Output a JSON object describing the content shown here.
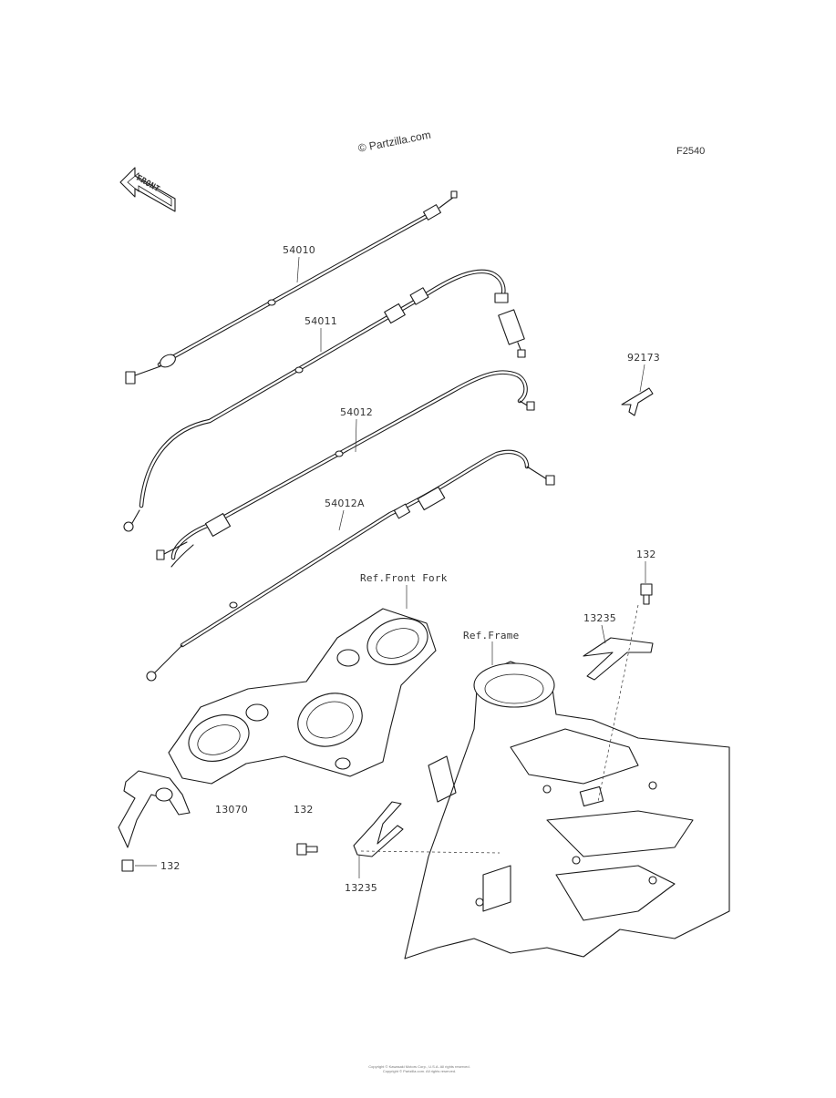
{
  "watermark": "© Partzilla.com",
  "figure_code": "F2540",
  "front_arrow": "FRONT",
  "callouts": {
    "c54010": "54010",
    "c54011": "54011",
    "c54012": "54012",
    "c54012a": "54012A",
    "c92173": "92173",
    "c132_right": "132",
    "c13235_right": "13235",
    "ref_front_fork": "Ref.Front Fork",
    "ref_frame": "Ref.Frame",
    "c13070": "13070",
    "c132_mid": "132",
    "c132_left": "132",
    "c13235_bottom": "13235"
  },
  "footer": {
    "line1": "Copyright © Kawasaki Motors Corp., U.S.A. All rights reserved.",
    "line2": "Copyright © Partzilla.com. All rights reserved."
  }
}
